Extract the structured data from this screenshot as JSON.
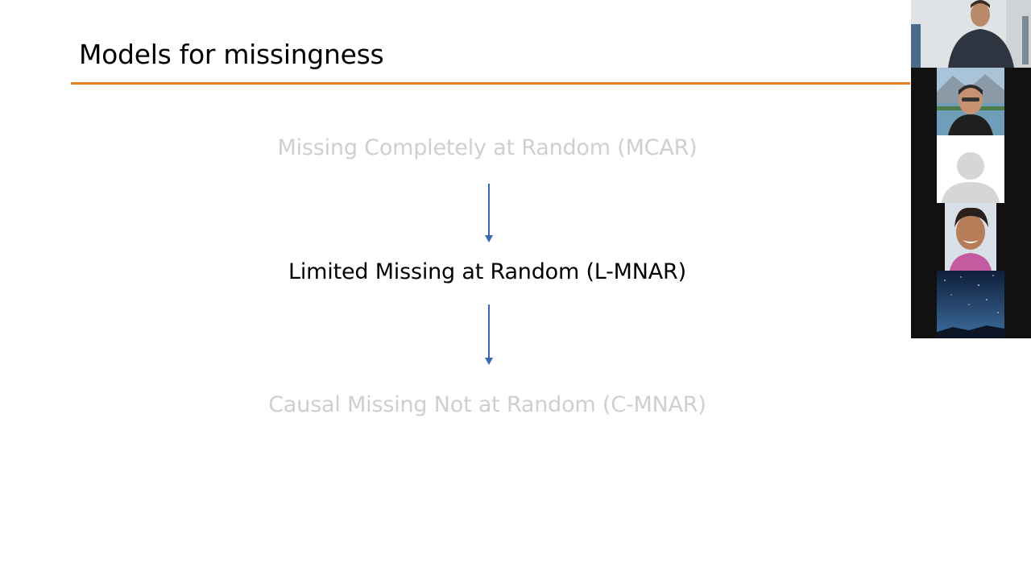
{
  "slide": {
    "title": "Models for missingness",
    "accent_color": "#e67e22",
    "arrow_color": "#3a66b8",
    "models": [
      {
        "label": "Missing Completely at Random (MCAR)",
        "state": "faded"
      },
      {
        "label": "Limited Missing at Random (L-MNAR)",
        "state": "active"
      },
      {
        "label": "Causal Missing Not at Random (C-MNAR)",
        "state": "faded"
      }
    ]
  },
  "video_panel": {
    "participants": [
      {
        "kind": "video",
        "description": "presenter-room"
      },
      {
        "kind": "video",
        "description": "participant-outdoor"
      },
      {
        "kind": "avatar-placeholder",
        "icon": "person-silhouette-icon"
      },
      {
        "kind": "video",
        "description": "participant-smiling"
      },
      {
        "kind": "video",
        "description": "starry-sky-background"
      }
    ]
  }
}
